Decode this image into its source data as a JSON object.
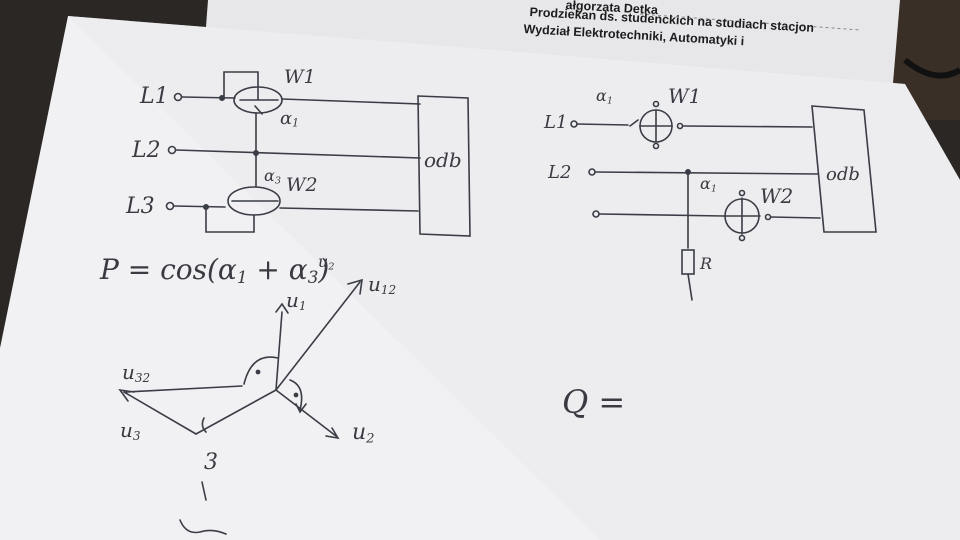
{
  "printed_sheet": {
    "line1": "ałgorzata Detka",
    "line2": "Prodziekan ds. studenckich na studiach stacjon",
    "line3": "Wydział Elektrotechniki, Automatyki i"
  },
  "left_circuit": {
    "line1": "L1",
    "line2": "L2",
    "line3": "L3",
    "meter1": "W1",
    "meter2": "W2",
    "angle1": "α",
    "angle1_sub": "1",
    "angle3": "α",
    "angle3_sub": "3",
    "load": "odb"
  },
  "formula_p": {
    "lhs": "P = cos(α",
    "sub1": "1",
    "mid": " + α",
    "sub3": "3",
    "end": ")"
  },
  "phasor_diagram": {
    "u1": "u",
    "u1_sub": "1",
    "u2": "u",
    "u2_sub": "2",
    "u3": "u",
    "u3_sub": "3",
    "u12": "u",
    "u12_sub": "12",
    "u32": "u",
    "u32_sub": "32",
    "top_mark": "u",
    "top_mark_sub": "2",
    "bottom_mark": "3"
  },
  "right_circuit": {
    "line1": "L1",
    "line2": "L2",
    "meter1": "W1",
    "meter2": "W2",
    "angle1": "α",
    "angle1_sub": "1",
    "angle2": "α",
    "angle2_sub": "1",
    "resistor": "R",
    "load": "odb"
  },
  "formula_q": {
    "text": "Q ="
  }
}
